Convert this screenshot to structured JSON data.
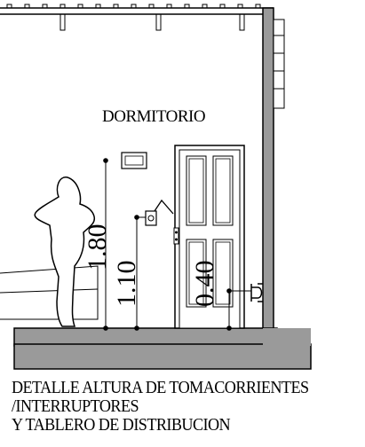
{
  "room_label": "DORMITORIO",
  "dimensions": {
    "switch_height": "1.80",
    "panel_height": "1.10",
    "outlet_height": "0.40"
  },
  "caption": {
    "line1": "DETALLE ALTURA DE TOMACORRIENTES",
    "line2": "/INTERRUPTORES",
    "line3": "Y TABLERO DE DISTRIBUCION"
  }
}
